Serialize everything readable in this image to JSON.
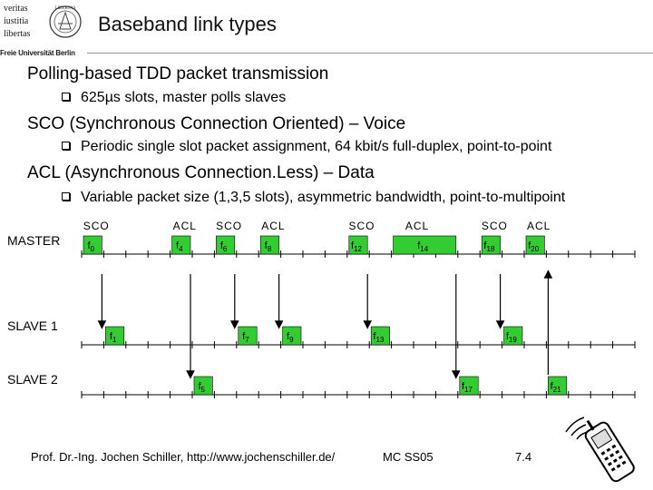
{
  "logo": {
    "lines": [
      "veritas",
      "iustitia",
      "libertas"
    ],
    "seal_text": "LIBERTAS",
    "footer": "Freie Universität Berlin"
  },
  "title": "Baseband link types",
  "bullets": [
    {
      "text": "Polling-based TDD packet transmission",
      "sub": "625µs slots, master polls slaves"
    },
    {
      "text": "SCO (Synchronous Connection Oriented) – Voice",
      "sub": "Periodic single slot packet assignment, 64 kbit/s full-duplex, point-to-point"
    },
    {
      "text": "ACL (Asynchronous Connection.Less) – Data",
      "sub": "Variable packet size (1,3,5 slots), asymmetric bandwidth, point-to-multipoint"
    }
  ],
  "timing": {
    "rows": [
      "MASTER",
      "SLAVE 1",
      "SLAVE 2"
    ],
    "slot_labels": [
      "SCO",
      "ACL",
      "SCO",
      "ACL",
      "SCO",
      "ACL",
      "SCO",
      "ACL"
    ],
    "master_packets": [
      {
        "sub": "0",
        "slot": 0
      },
      {
        "sub": "4",
        "slot": 4
      },
      {
        "sub": "6",
        "slot": 6
      },
      {
        "sub": "8",
        "slot": 8
      },
      {
        "sub": "12",
        "slot": 12
      },
      {
        "sub": "14",
        "slot": 14,
        "len": 3
      },
      {
        "sub": "18",
        "slot": 18
      },
      {
        "sub": "20",
        "slot": 20
      }
    ],
    "slave1_packets": [
      {
        "sub": "1",
        "slot": 1
      },
      {
        "sub": "7",
        "slot": 7
      },
      {
        "sub": "9",
        "slot": 9
      },
      {
        "sub": "13",
        "slot": 13
      },
      {
        "sub": "19",
        "slot": 19
      }
    ],
    "slave2_packets": [
      {
        "sub": "5",
        "slot": 5
      },
      {
        "sub": "17",
        "slot": 17
      },
      {
        "sub": "21",
        "slot": 21
      }
    ],
    "down_arrow_slots": [
      1,
      5,
      7,
      9,
      13,
      17,
      19
    ],
    "up_arrow_slots": [
      21
    ],
    "packet_color": "#33cc33"
  },
  "footer": {
    "author": "Prof. Dr.-Ing. Jochen Schiller, http://www.jochenschiller.de/",
    "course": "MC SS05",
    "page": "7.4"
  }
}
